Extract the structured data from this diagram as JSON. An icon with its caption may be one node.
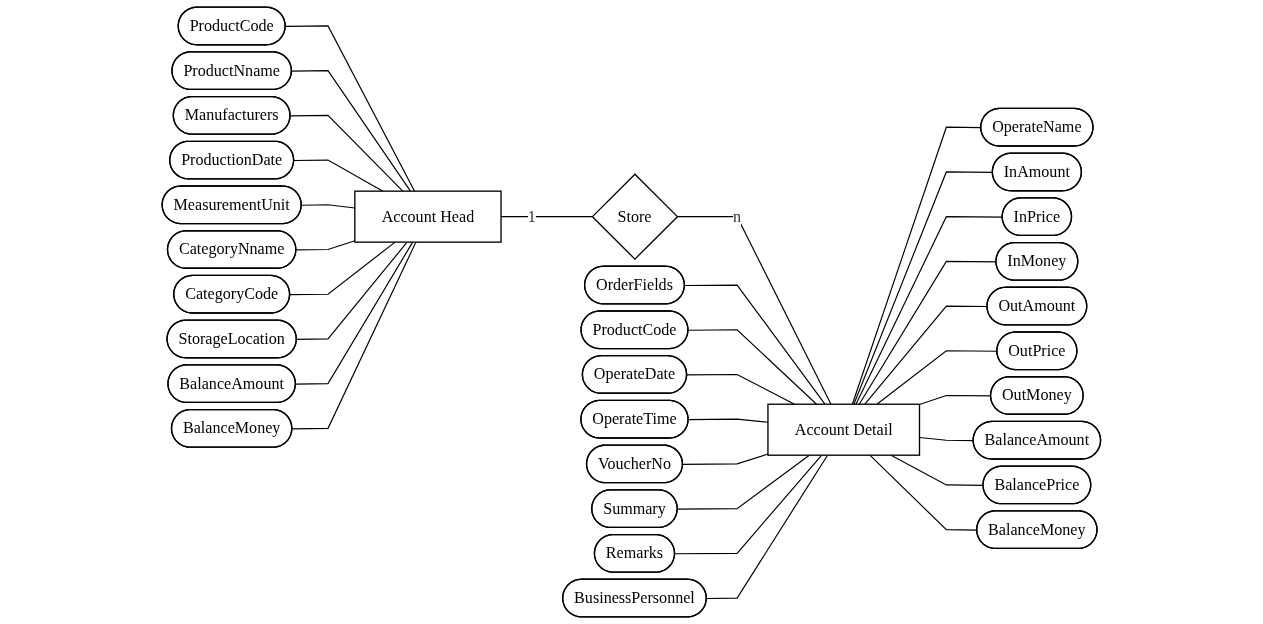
{
  "diagram": {
    "nodes": [
      {
        "text": [
          "ProductCode"
        ]
      },
      {
        "text": [
          "ProductNname"
        ]
      },
      {
        "text": [
          "Manufacturers"
        ]
      },
      {
        "text": [
          "ProductionDate"
        ]
      },
      {
        "text": [
          "MeasurementUnit"
        ]
      },
      {
        "text": [
          "CategoryNname"
        ]
      },
      {
        "text": [
          "CategoryCode"
        ]
      },
      {
        "text": [
          "StorageLocation"
        ]
      },
      {
        "text": [
          "BalanceAmount"
        ]
      },
      {
        "text": [
          "BalanceMoney"
        ]
      },
      {
        "text": [
          "OrderFields"
        ]
      },
      {
        "text": [
          "ProductCode"
        ]
      },
      {
        "text": [
          "OperateDate"
        ]
      },
      {
        "text": [
          "OperateTime"
        ]
      },
      {
        "text": [
          "Account Head"
        ]
      },
      {
        "text": [
          "Store"
        ]
      },
      {
        "text": [
          "Account Detail"
        ]
      },
      {
        "text": [
          "VoucherNo"
        ]
      },
      {
        "text": [
          "Summary"
        ]
      },
      {
        "text": [
          "Remarks"
        ]
      },
      {
        "text": [
          "BusinessPersonnel"
        ]
      },
      {
        "text": [
          "OperateName"
        ]
      },
      {
        "text": [
          "InAmount"
        ]
      },
      {
        "text": [
          "InPrice"
        ]
      },
      {
        "text": [
          "InMoney"
        ]
      },
      {
        "text": [
          "OutAmount"
        ]
      },
      {
        "text": [
          "OutPrice"
        ]
      },
      {
        "text": [
          "OutMoney"
        ]
      },
      {
        "text": [
          "BalanceAmount"
        ]
      },
      {
        "text": [
          "BalancePrice"
        ]
      },
      {
        "text": [
          "BalanceMoney"
        ]
      }
    ],
    "edges": [
      {
        "from": 0,
        "to": 14,
        "arrow": "none"
      },
      {
        "from": 1,
        "to": 14,
        "arrow": "none"
      },
      {
        "from": 2,
        "to": 14,
        "arrow": "none"
      },
      {
        "from": 3,
        "to": 14,
        "arrow": "none"
      },
      {
        "from": 4,
        "to": 14,
        "arrow": "none"
      },
      {
        "from": 5,
        "to": 14,
        "arrow": "none"
      },
      {
        "from": 6,
        "to": 14,
        "arrow": "none"
      },
      {
        "from": 7,
        "to": 14,
        "arrow": "none"
      },
      {
        "from": 8,
        "to": 14,
        "arrow": "none"
      },
      {
        "from": 9,
        "to": 14,
        "arrow": "none"
      },
      {
        "from": 14,
        "to": 15,
        "label": "1",
        "arrow": "none"
      },
      {
        "from": 15,
        "to": 16,
        "label": "n",
        "arrow": "none"
      },
      {
        "from": 10,
        "to": 16,
        "arrow": "none"
      },
      {
        "from": 11,
        "to": 16,
        "arrow": "none"
      },
      {
        "from": 12,
        "to": 16,
        "arrow": "none"
      },
      {
        "from": 13,
        "to": 16,
        "arrow": "none"
      },
      {
        "from": 17,
        "to": 16,
        "arrow": "none"
      },
      {
        "from": 18,
        "to": 16,
        "arrow": "none"
      },
      {
        "from": 19,
        "to": 16,
        "arrow": "none"
      },
      {
        "from": 20,
        "to": 16,
        "arrow": "none"
      },
      {
        "from": 16,
        "to": 21,
        "arrow": "none"
      },
      {
        "from": 16,
        "to": 22,
        "arrow": "none"
      },
      {
        "from": 16,
        "to": 23,
        "arrow": "none"
      },
      {
        "from": 16,
        "to": 24,
        "arrow": "none"
      },
      {
        "from": 16,
        "to": 25,
        "arrow": "none"
      },
      {
        "from": 16,
        "to": 26,
        "arrow": "none"
      },
      {
        "from": 16,
        "to": 27,
        "arrow": "none"
      },
      {
        "from": 16,
        "to": 28,
        "arrow": "none"
      },
      {
        "from": 16,
        "to": 29,
        "arrow": "none"
      },
      {
        "from": 16,
        "to": 30,
        "arrow": "none"
      }
    ]
  }
}
